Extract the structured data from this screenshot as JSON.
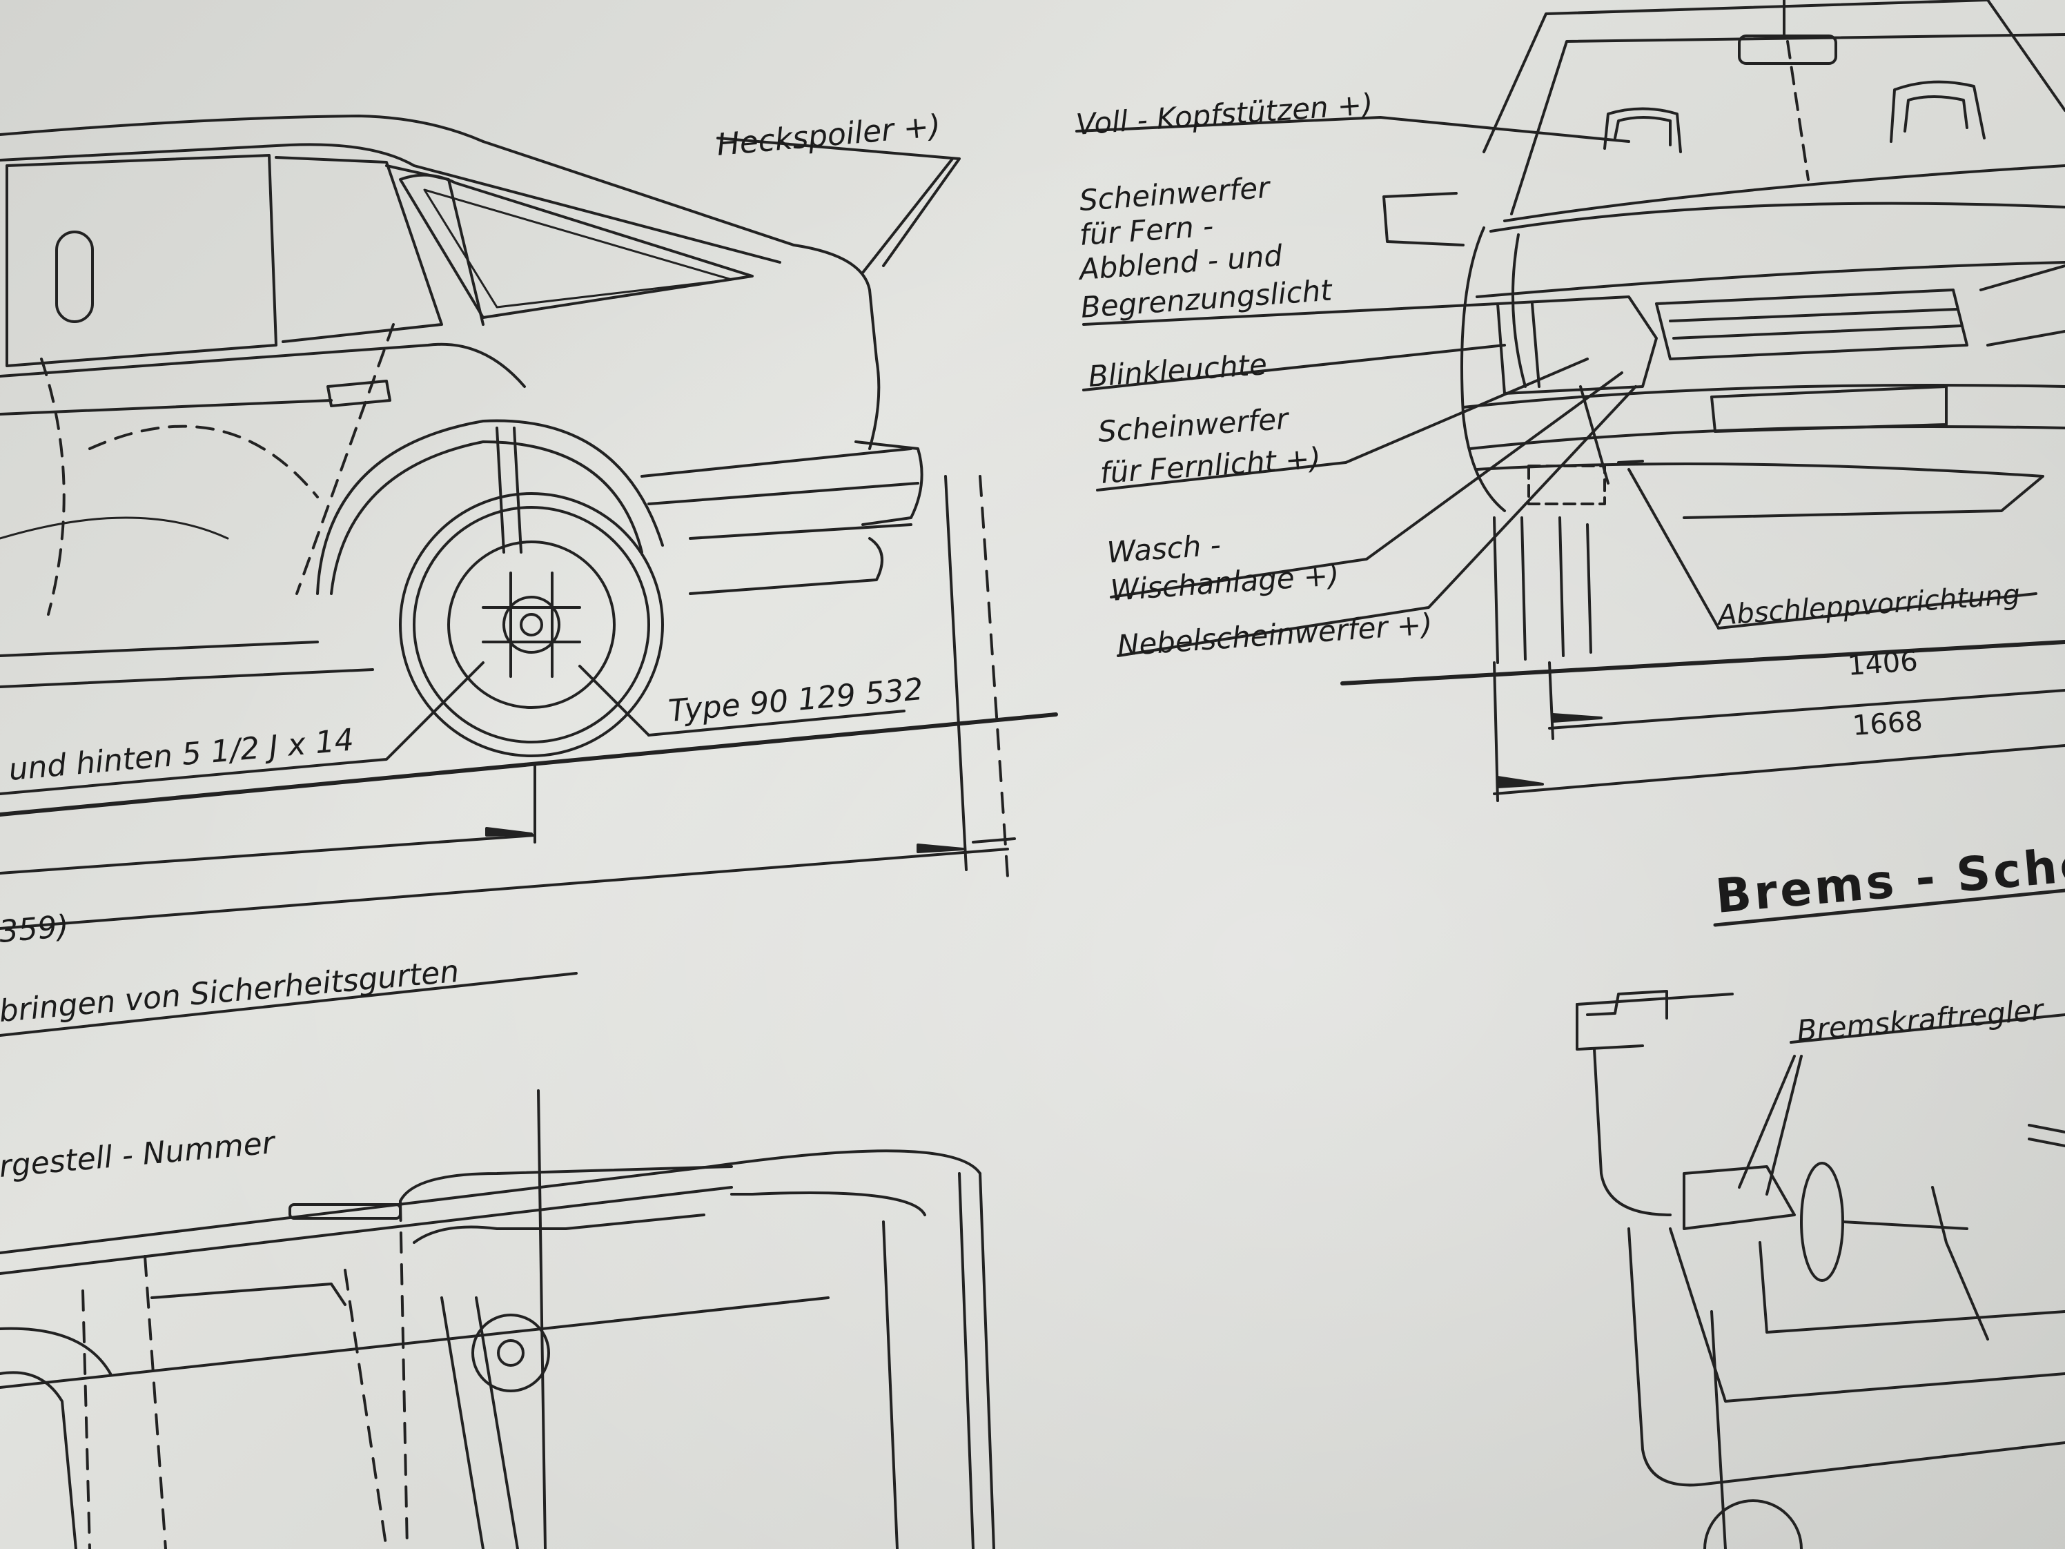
{
  "side_view": {
    "heckspoiler": "Heckspoiler +)",
    "wheel_rim": "und hinten 5 1/2 J x 14",
    "tyre_type": "Type 90 129 532",
    "dim_partial": "359)",
    "belts": "bringen von Sicherheitsgurten",
    "chassis": "rgestell - Nummer"
  },
  "front_view": {
    "headrests": "Voll - Kopfstützen +)",
    "headlamp_lines": [
      "Scheinwerfer",
      "für Fern -",
      "Abblend - und",
      "Begrenzungslicht"
    ],
    "indicator": "Blinkleuchte",
    "highbeam_lines": [
      "Scheinwerfer",
      "für Fernlicht +)"
    ],
    "washer_lines": [
      "Wasch -",
      "Wischanlage +)"
    ],
    "foglamp": "Nebelscheinwerfer +)",
    "towing": "Abschleppvorrichtung",
    "track_width": "1406",
    "overall_width": "1668"
  },
  "brake_section": {
    "title": "Brems - Sche",
    "regulator": "Bremskraftregler"
  }
}
